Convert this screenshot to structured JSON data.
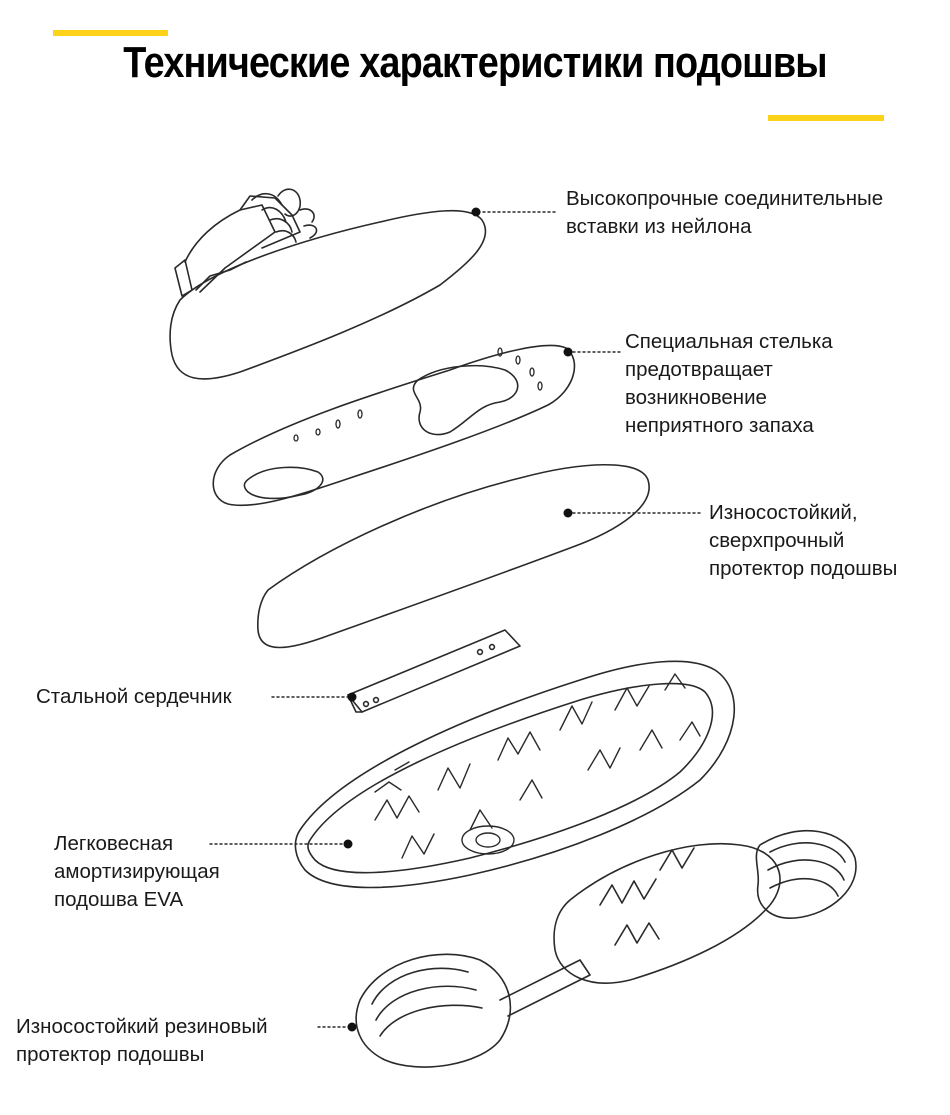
{
  "header": {
    "title": "Технические характеристики подошвы",
    "accent_color": "#FFD21A"
  },
  "callouts": [
    {
      "id": "nylon-inserts",
      "text": "Высокопрочные соединительные\nвставки из нейлона"
    },
    {
      "id": "insole",
      "text": "Специальная стелька\nпредотвращает\nвозникновение\nнеприятного запаха"
    },
    {
      "id": "tread-top",
      "text": "Износостойкий,\nсверхпрочный\nпротектор подошвы"
    },
    {
      "id": "steel-shank",
      "text": "Стальной сердечник"
    },
    {
      "id": "eva-sole",
      "text": "Легковесная\nамортизирующая\nподошва EVA"
    },
    {
      "id": "rubber-tread",
      "text": "Износостойкий резиновый\nпротектор подошвы"
    }
  ]
}
